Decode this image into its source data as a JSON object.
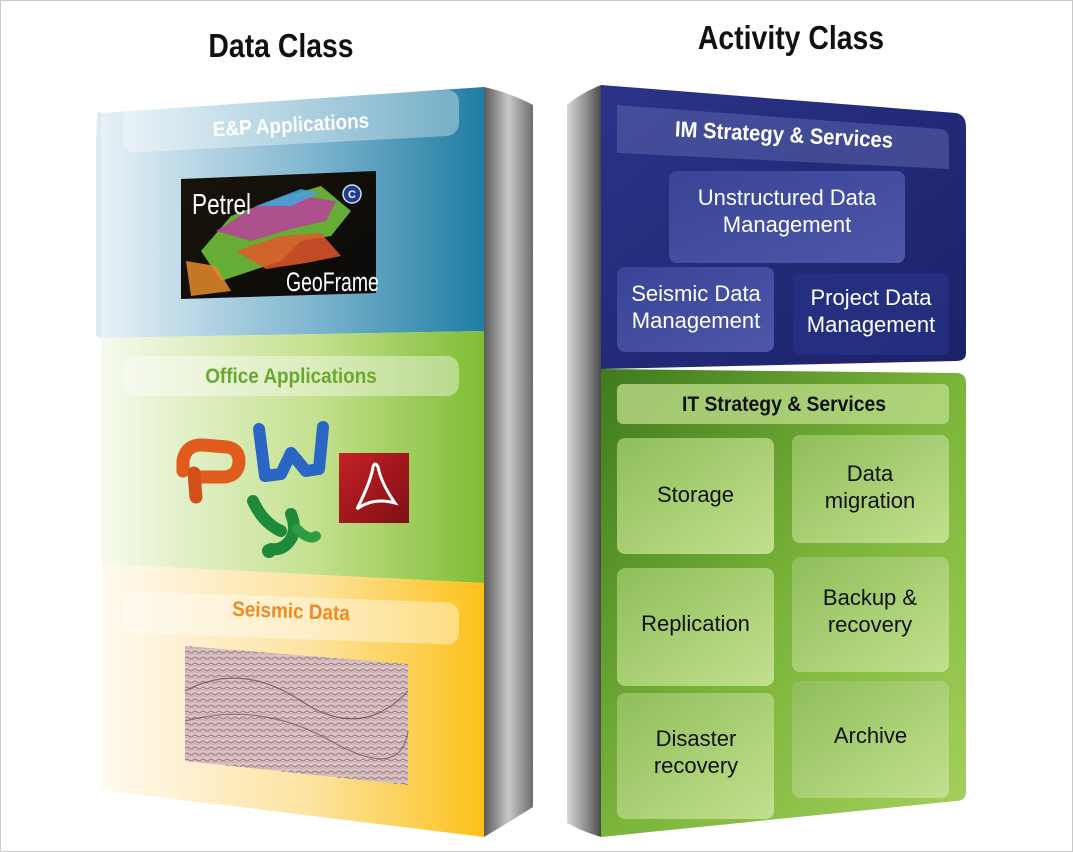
{
  "data_class": {
    "title": "Data Class",
    "sections": [
      {
        "label": "E&P Applications",
        "color": "#2d86a8",
        "image_labels": [
          "Petrel",
          "GeoFrame"
        ]
      },
      {
        "label": "Office Applications",
        "color": "#8dc63f"
      },
      {
        "label": "Seismic Data",
        "color": "#f7941d"
      }
    ]
  },
  "activity_class": {
    "title": "Activity Class",
    "im": {
      "title": "IM Strategy & Services",
      "color": "#1f2a78",
      "items": [
        "Unstructured Data Management",
        "Seismic Data Management",
        "Project Data Management"
      ]
    },
    "it": {
      "title": "IT Strategy & Services",
      "color": "#7ab43a",
      "items": [
        "Storage",
        "Data migration",
        "Replication",
        "Backup & recovery",
        "Disaster recovery",
        "Archive"
      ]
    }
  }
}
